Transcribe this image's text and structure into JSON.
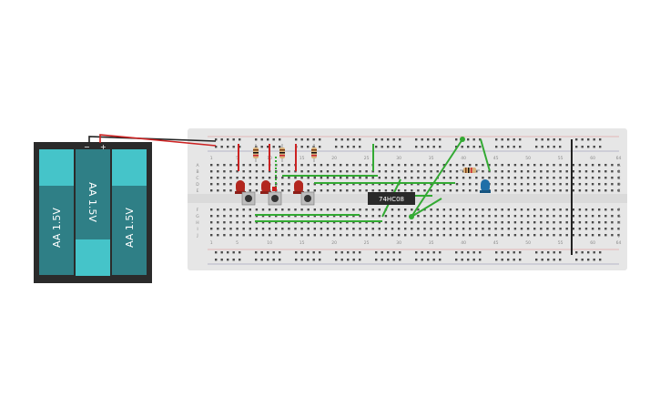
{
  "battery_pack": {
    "cells": [
      {
        "label": "AA 1.5V"
      },
      {
        "label": "AA 1.5V"
      },
      {
        "label": "AA 1.5V"
      }
    ],
    "case_color": "#2b2b2b",
    "cell_color": "#2f7f86",
    "cap_color": "#45c4c9",
    "terminals": {
      "negative": "−",
      "positive": "+"
    }
  },
  "breadboard": {
    "color": "#e6e6e6",
    "hole_color": "#4a4a4a",
    "row_letters_top": [
      "A",
      "B",
      "C",
      "D",
      "E"
    ],
    "row_letters_bottom": [
      "F",
      "G",
      "H",
      "I",
      "J"
    ],
    "column_numbers": [
      "1",
      "5",
      "10",
      "15",
      "20",
      "25",
      "30",
      "35",
      "40",
      "45",
      "50",
      "55",
      "60",
      "64"
    ]
  },
  "chip": {
    "label": "74HC08",
    "color": "#2a2a2a"
  },
  "components": {
    "leds": [
      {
        "name": "led-red-1",
        "color": "#b3261e"
      },
      {
        "name": "led-red-2",
        "color": "#b3261e"
      },
      {
        "name": "led-red-3",
        "color": "#b3261e"
      },
      {
        "name": "led-blue",
        "color": "#1f6fa8"
      }
    ],
    "wire_colors": {
      "power": "#cc2222",
      "ground": "#222222",
      "signal": "#33aa33"
    }
  }
}
